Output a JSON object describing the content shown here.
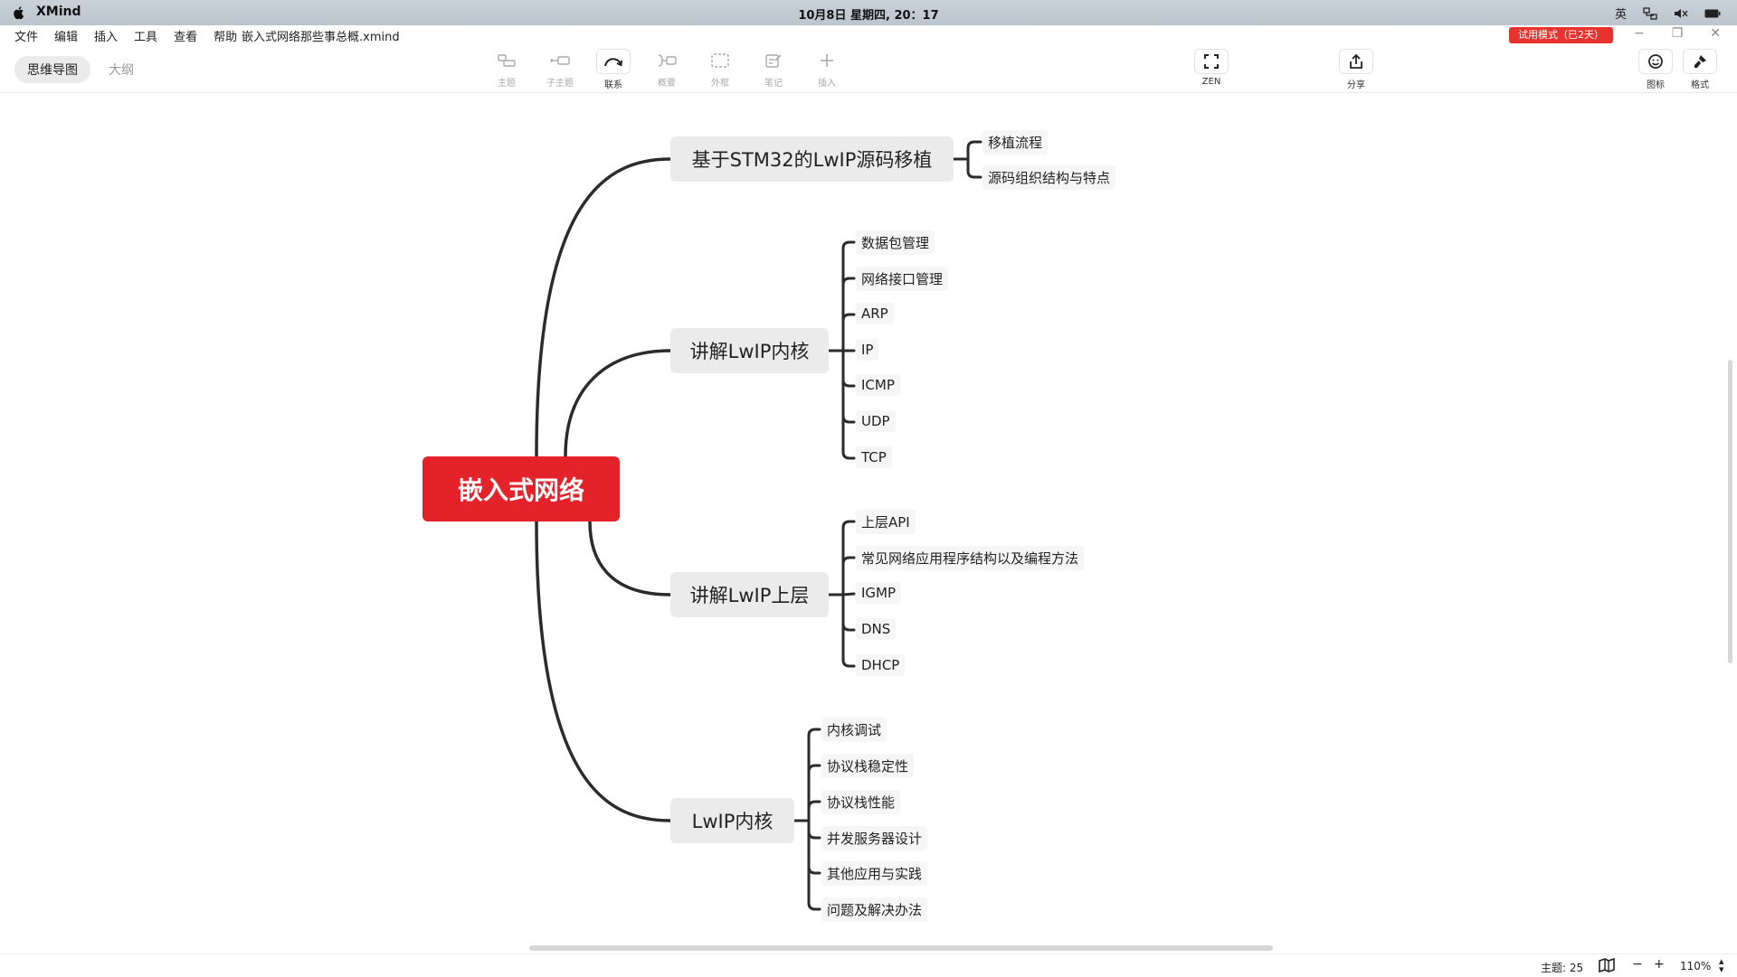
{
  "system": {
    "app_name": "XMind",
    "clock": "10月8日 星期四, 20：17",
    "ime": "英"
  },
  "menu": {
    "items": [
      "文件",
      "编辑",
      "插入",
      "工具",
      "查看",
      "帮助"
    ],
    "filename": "嵌入式网络那些事总概.xmind",
    "trial_badge": "试用模式（已2天）"
  },
  "window_controls": [
    "−",
    "❐",
    "✕"
  ],
  "toolbar": {
    "view_tabs": [
      "思维导图",
      "大纲"
    ],
    "tools": [
      {
        "label": "主题",
        "icon": "topic-icon",
        "enabled": false
      },
      {
        "label": "子主题",
        "icon": "subtopic-icon",
        "enabled": false
      },
      {
        "label": "联系",
        "icon": "relationship-icon",
        "enabled": true
      },
      {
        "label": "概要",
        "icon": "summary-icon",
        "enabled": false
      },
      {
        "label": "外框",
        "icon": "boundary-icon",
        "enabled": false
      },
      {
        "label": "笔记",
        "icon": "note-icon",
        "enabled": false
      },
      {
        "label": "插入",
        "icon": "insert-icon",
        "enabled": false
      }
    ],
    "zen_label": "ZEN",
    "share_label": "分享",
    "icons_label": "图标",
    "format_label": "格式"
  },
  "mindmap": {
    "central": "嵌入式网络",
    "branches": [
      {
        "title": "基于STM32的LwIP源码移植",
        "children": [
          "移植流程",
          "源码组织结构与特点"
        ]
      },
      {
        "title": "讲解LwIP内核",
        "children": [
          "数据包管理",
          "网络接口管理",
          "ARP",
          "IP",
          "ICMP",
          "UDP",
          "TCP"
        ]
      },
      {
        "title": "讲解LwIP上层",
        "children": [
          "上层API",
          "常见网络应用程序结构以及编程方法",
          "IGMP",
          "DNS",
          "DHCP"
        ]
      },
      {
        "title": "LwIP内核",
        "children": [
          "内核调试",
          "协议栈稳定性",
          "协议栈性能",
          "并发服务器设计",
          "其他应用与实践",
          "问题及解决办法"
        ]
      }
    ]
  },
  "status": {
    "topic_count": "主题: 25",
    "zoom": "110%"
  },
  "colors": {
    "central_bg": "#e3222a",
    "main_bg": "#ebebeb",
    "line": "#2b2b2b",
    "trial_bg": "#e8322e"
  }
}
